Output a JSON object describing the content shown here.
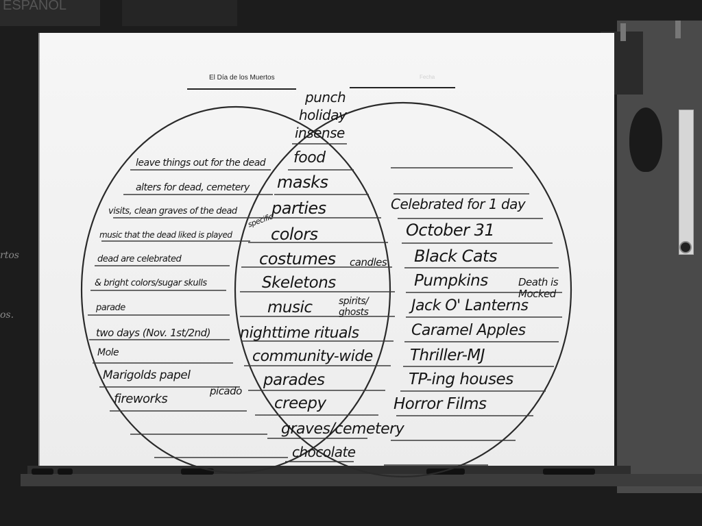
{
  "wall": {
    "sign_left": "ESPAÑOL",
    "side_text_top": "rtos",
    "side_text_mid": "os."
  },
  "worksheet": {
    "title": "El Día de los Muertos",
    "subtitle": "Fecha"
  },
  "venn": {
    "top_words": [
      "punch",
      "holiday",
      "insense"
    ],
    "left": [
      "leave things out for the dead",
      "alters for dead, cemetery",
      "visits, clean graves of the dead",
      "music that the dead liked is played",
      "dead are celebrated",
      "& bright colors/sugar skulls",
      "parade",
      "two days (Nov. 1st/2nd)",
      "Mole",
      "Marigolds  papel",
      "picado",
      "fireworks"
    ],
    "middle": [
      "food",
      "masks",
      "parties",
      "specific",
      "colors",
      "costumes",
      "candles",
      "Skeletons",
      "music",
      "spirits/ ghosts",
      "nighttime rituals",
      "community-wide",
      "parades",
      "creepy",
      "graves/cemetery",
      "chocolate"
    ],
    "right": [
      "Celebrated for 1 day",
      "October 31",
      "Black Cats",
      "Pumpkins",
      "Death is Mocked",
      "Jack O' Lanterns",
      "Caramel Apples",
      "Thriller-MJ",
      "TP-ing houses",
      "Horror Films"
    ]
  }
}
